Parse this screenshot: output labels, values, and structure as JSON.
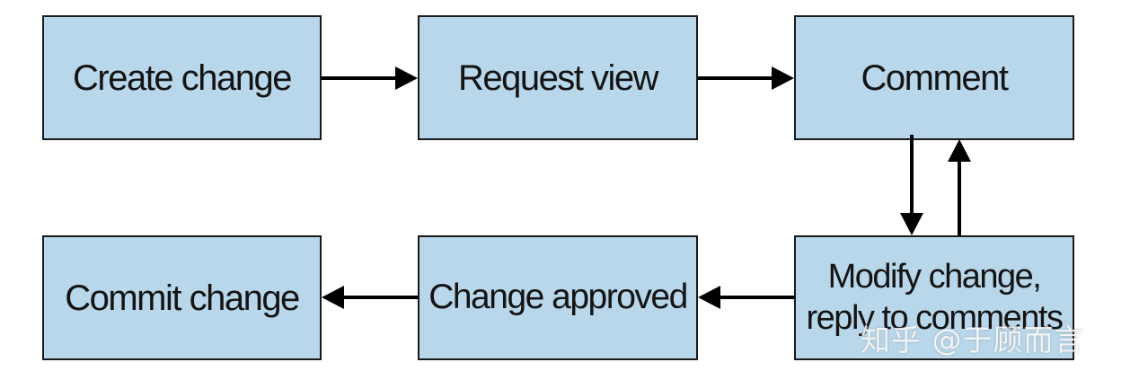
{
  "diagram": {
    "nodes": {
      "create": "Create change",
      "request": "Request view",
      "comment": "Comment",
      "commit": "Commit change",
      "approved": "Change approved",
      "modify_line1": "Modify change,",
      "modify_line2": "reply to comments"
    },
    "edges": [
      {
        "from": "create",
        "to": "request"
      },
      {
        "from": "request",
        "to": "comment"
      },
      {
        "from": "comment",
        "to": "modify"
      },
      {
        "from": "modify",
        "to": "comment"
      },
      {
        "from": "modify",
        "to": "approved"
      },
      {
        "from": "approved",
        "to": "commit"
      }
    ],
    "colors": {
      "box_fill": "#b9d7ea",
      "box_border": "#1a1a1a",
      "arrow": "#000000"
    }
  },
  "watermark": {
    "text": "知乎 @于顾而言"
  }
}
